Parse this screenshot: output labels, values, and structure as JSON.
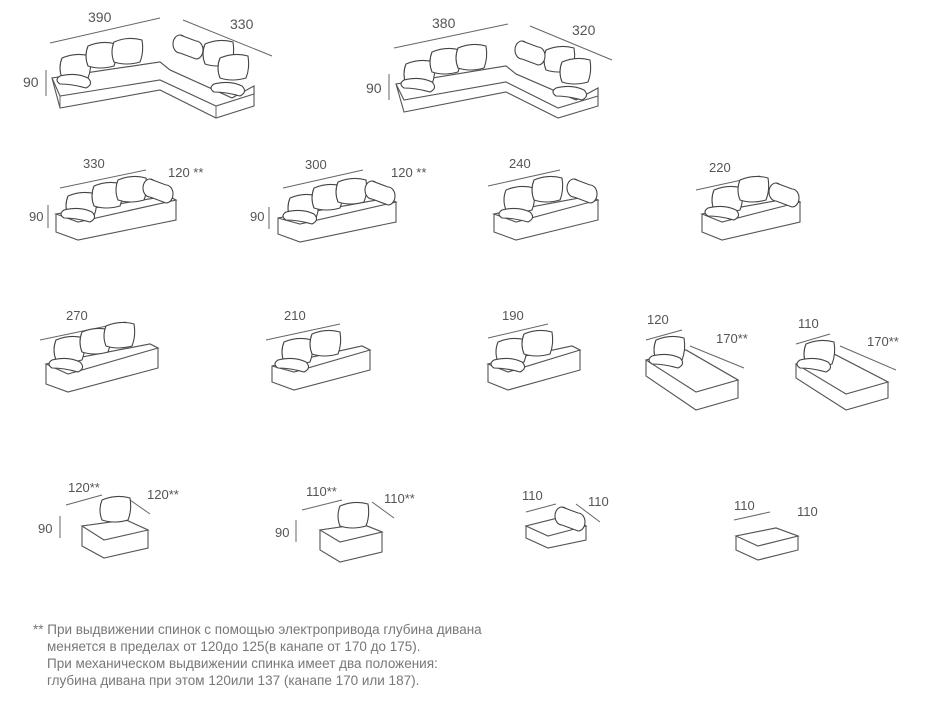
{
  "items": [
    {
      "id": "corner-1",
      "labels": [
        "390",
        "330",
        "90"
      ]
    },
    {
      "id": "corner-2",
      "labels": [
        "380",
        "320",
        "90"
      ]
    },
    {
      "id": "sofa-330",
      "labels": [
        "330",
        "120 **",
        "90"
      ]
    },
    {
      "id": "sofa-300",
      "labels": [
        "300",
        "120 **",
        "90"
      ]
    },
    {
      "id": "sofa-240",
      "labels": [
        "240"
      ]
    },
    {
      "id": "sofa-220",
      "labels": [
        "220"
      ]
    },
    {
      "id": "sofa-270",
      "labels": [
        "270"
      ]
    },
    {
      "id": "sofa-210",
      "labels": [
        "210"
      ]
    },
    {
      "id": "sofa-190",
      "labels": [
        "190"
      ]
    },
    {
      "id": "chaise-120",
      "labels": [
        "120",
        "170**"
      ]
    },
    {
      "id": "chaise-110",
      "labels": [
        "110",
        "170**"
      ]
    },
    {
      "id": "chair-120",
      "labels": [
        "120**",
        "120**",
        "90"
      ]
    },
    {
      "id": "chair-110",
      "labels": [
        "110**",
        "110**",
        "90"
      ]
    },
    {
      "id": "ottoman-bolster",
      "labels": [
        "110",
        "110"
      ]
    },
    {
      "id": "pouf",
      "labels": [
        "110",
        "110"
      ]
    }
  ],
  "footnote": [
    "** При выдвижении спинок с помощью электропривода глубина дивана",
    "меняется в пределах от 120до 125(в канапе от 170 до 175).",
    "При механическом выдвижении спинка имеет два положения:",
    "глубина дивана при этом 120или 137 (канапе 170 или 187)."
  ]
}
